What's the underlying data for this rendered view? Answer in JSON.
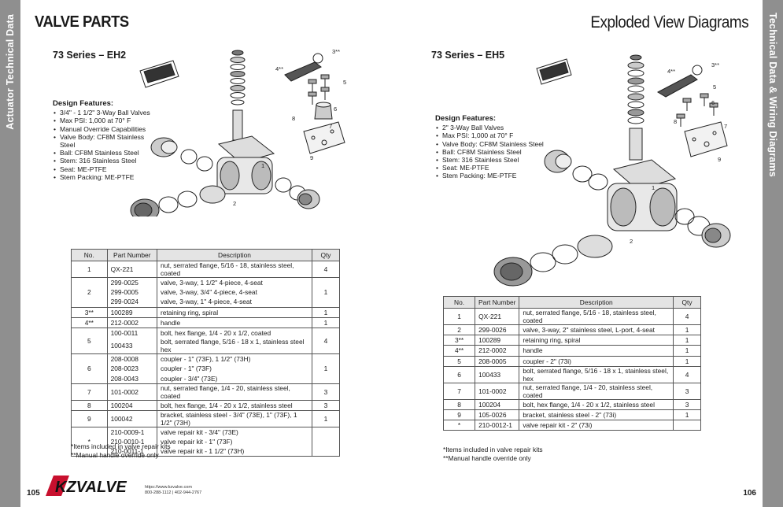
{
  "sidebar_left": "Actuator Technical Data",
  "sidebar_right": "Technical Data & Wiring Diagrams",
  "title_left": "VALVE PARTS",
  "title_right": "Exploded View Diagrams",
  "left": {
    "series": "73 Series – EH2",
    "features_heading": "Design Features:",
    "features": [
      "3/4\" - 1 1/2\"  3-Way Ball Valves",
      "Max PSI: 1,000 at 70° F",
      "Manual Override Capabilities",
      "Valve Body: CF8M Stainless Steel",
      "Ball: CF8M Stainless Steel",
      "Stem: 316 Stainless Steel",
      "Seat: ME-PTFE",
      "Stem Packing: ME-PTFE"
    ],
    "labels": [
      "3**",
      "4**",
      "5",
      "6",
      "7",
      "8",
      "9",
      "1",
      "2"
    ],
    "headers": [
      "No.",
      "Part Number",
      "Description",
      "Qty"
    ],
    "rows": [
      {
        "no": "1",
        "parts": [
          "QX-221"
        ],
        "desc": [
          "nut, serrated flange, 5/16 - 18, stainless steel, coated"
        ],
        "qty": "4"
      },
      {
        "no": "2",
        "parts": [
          "299-0025",
          "299-0005",
          "299-0024"
        ],
        "desc": [
          "valve, 3-way, 1 1/2\" 4-piece, 4-seat",
          "valve, 3-way, 3/4\" 4-piece, 4-seat",
          "valve, 3-way, 1\" 4-piece, 4-seat"
        ],
        "qty": "1"
      },
      {
        "no": "3**",
        "parts": [
          "100289"
        ],
        "desc": [
          "retaining ring, spiral"
        ],
        "qty": "1"
      },
      {
        "no": "4**",
        "parts": [
          "212-0002"
        ],
        "desc": [
          "handle"
        ],
        "qty": "1"
      },
      {
        "no": "5",
        "parts": [
          "100-0011",
          "100433"
        ],
        "desc": [
          "bolt, hex flange, 1/4 - 20 x 1/2, coated",
          "bolt, serrated flange, 5/16 - 18 x 1, stainless steel hex"
        ],
        "qty": "4"
      },
      {
        "no": "6",
        "parts": [
          "208-0008",
          "208-0023",
          "208-0043"
        ],
        "desc": [
          "coupler - 1\" (73F), 1 1/2\" (73H)",
          "coupler - 1\" (73F)",
          "coupler - 3/4\" (73E)"
        ],
        "qty": "1"
      },
      {
        "no": "7",
        "parts": [
          "101-0002"
        ],
        "desc": [
          "nut, serrated flange, 1/4 - 20, stainless steel, coated"
        ],
        "qty": "3"
      },
      {
        "no": "8",
        "parts": [
          "100204"
        ],
        "desc": [
          "bolt, hex flange, 1/4 - 20 x 1/2, stainless steel"
        ],
        "qty": "3"
      },
      {
        "no": "9",
        "parts": [
          "100042"
        ],
        "desc": [
          "bracket, stainless steel - 3/4\" (73E), 1\" (73F), 1 1/2\" (73H)"
        ],
        "qty": "1"
      },
      {
        "no": "*",
        "parts": [
          "210-0009-1",
          "210-0010-1",
          "210-0011-1"
        ],
        "desc": [
          "valve repair kit - 3/4\" (73E)",
          "valve repair kit - 1\" (73F)",
          "valve repair kit - 1 1/2\" (73H)"
        ],
        "qty": ""
      }
    ],
    "notes": [
      "*Items included in valve repair kits",
      "**Manual handle override only"
    ],
    "page_number": "105"
  },
  "right": {
    "series": "73 Series – EH5",
    "features_heading": "Design Features:",
    "features": [
      "2\" 3-Way Ball Valves",
      "Max PSI: 1,000 at 70° F",
      "Valve Body: CF8M Stainless Steel",
      "Ball: CF8M Stainless Steel",
      "Stem: 316 Stainless Steel",
      "Seat: ME-PTFE",
      "Stem Packing: ME-PTFE"
    ],
    "labels": [
      "3**",
      "4**",
      "5",
      "6",
      "7",
      "8",
      "9",
      "1",
      "2"
    ],
    "headers": [
      "No.",
      "Part Number",
      "Description",
      "Qty"
    ],
    "rows": [
      {
        "no": "1",
        "parts": [
          "QX-221"
        ],
        "desc": [
          "nut, serrated flange, 5/16 - 18, stainless steel, coated"
        ],
        "qty": "4"
      },
      {
        "no": "2",
        "parts": [
          "299-0026"
        ],
        "desc": [
          "valve, 3-way, 2\" stainless steel, L-port, 4-seat"
        ],
        "qty": "1"
      },
      {
        "no": "3**",
        "parts": [
          "100289"
        ],
        "desc": [
          "retaining ring, spiral"
        ],
        "qty": "1"
      },
      {
        "no": "4**",
        "parts": [
          "212-0002"
        ],
        "desc": [
          "handle"
        ],
        "qty": "1"
      },
      {
        "no": "5",
        "parts": [
          "208-0005"
        ],
        "desc": [
          "coupler - 2\" (73i)"
        ],
        "qty": "1"
      },
      {
        "no": "6",
        "parts": [
          "100433"
        ],
        "desc": [
          "bolt, serrated flange, 5/16 - 18 x 1, stainless steel, hex"
        ],
        "qty": "4"
      },
      {
        "no": "7",
        "parts": [
          "101-0002"
        ],
        "desc": [
          "nut, serrated flange, 1/4 - 20, stainless steel, coated"
        ],
        "qty": "3"
      },
      {
        "no": "8",
        "parts": [
          "100204"
        ],
        "desc": [
          "bolt, hex flange, 1/4 - 20 x 1/2, stainless steel"
        ],
        "qty": "3"
      },
      {
        "no": "9",
        "parts": [
          "105-0026"
        ],
        "desc": [
          "bracket, stainless steel - 2\" (73i)"
        ],
        "qty": "1"
      },
      {
        "no": "*",
        "parts": [
          "210-0012-1"
        ],
        "desc": [
          "valve repair kit - 2\" (73i)"
        ],
        "qty": ""
      }
    ],
    "notes": [
      "*Items included in valve repair kits",
      "**Manual handle override only"
    ],
    "page_number": "106"
  },
  "logo_text": "KZVALVE",
  "contact": [
    "https://www.kzvalve.com",
    "800-288-1112 | 402-944-2767"
  ]
}
